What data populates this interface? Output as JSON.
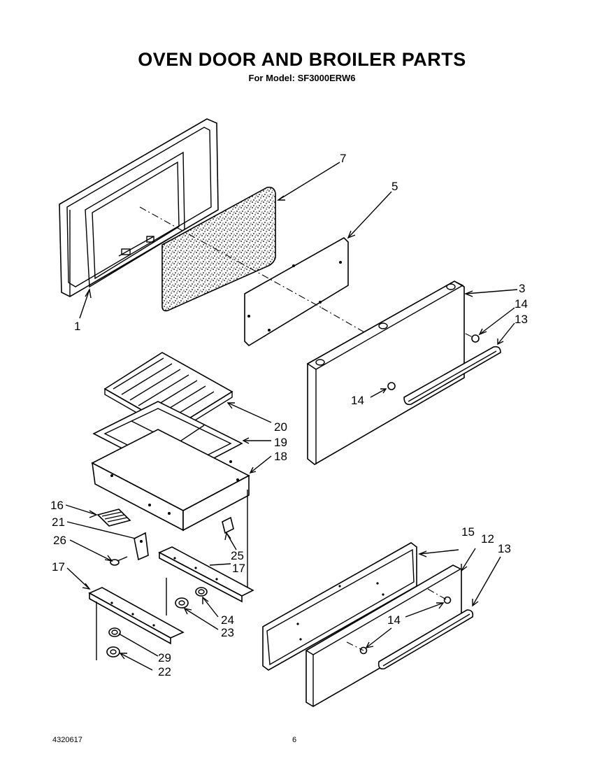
{
  "header": {
    "title": "OVEN DOOR AND BROILER PARTS",
    "subtitle": "For Model: SF3000ERW6"
  },
  "callouts": {
    "c1": "1",
    "c3": "3",
    "c5": "5",
    "c7": "7",
    "c12": "12",
    "c13a": "13",
    "c13b": "13",
    "c14a": "14",
    "c14b": "14",
    "c14c": "14",
    "c15": "15",
    "c16": "16",
    "c17a": "17",
    "c17b": "17",
    "c18": "18",
    "c19": "19",
    "c20": "20",
    "c21": "21",
    "c22": "22",
    "c23": "23",
    "c24": "24",
    "c25": "25",
    "c26": "26",
    "c29": "29"
  },
  "footer": {
    "doc_number": "4320617",
    "page_number": "6"
  }
}
